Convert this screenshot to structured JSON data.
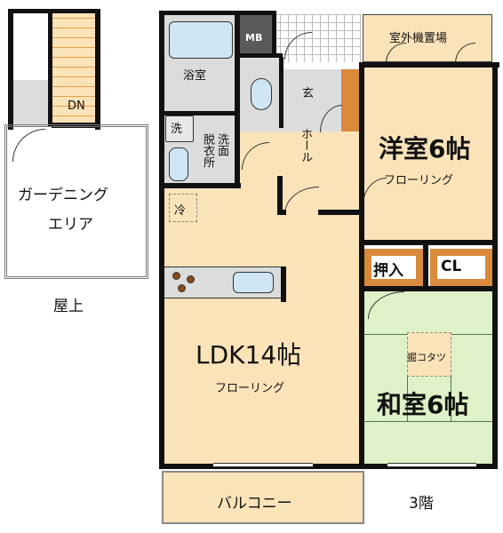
{
  "rooftop": {
    "label": "屋上",
    "garden_label_line1": "ガーデニング",
    "garden_label_line2": "エリア",
    "stair_label": "DN"
  },
  "rooms": {
    "bath": "浴室",
    "mb": "MB",
    "washer": "洗",
    "dressing_v1": "洗面",
    "dressing_v2": "脱衣所",
    "entrance": "玄",
    "hall": "ホール",
    "outdoor_unit": "室外機置場",
    "western_room": "洋室6帖",
    "western_floor": "フローリング",
    "fridge": "冷",
    "oshiire": "押入",
    "closet": "CL",
    "ldk": "LDK14帖",
    "ldk_floor": "フローリング",
    "kotatsu": "掘コタツ",
    "japanese_room": "和室6帖",
    "balcony": "バルコニー",
    "floor_level": "3階"
  },
  "colors": {
    "floor_wood": "#fbe3b9",
    "tatami": "#dff1c6",
    "wet_area": "#dcdcdc",
    "bath_fixture": "#cfe6f5",
    "closet": "#d98a3c",
    "mb": "#5a5a5a",
    "wall": "#111111"
  }
}
